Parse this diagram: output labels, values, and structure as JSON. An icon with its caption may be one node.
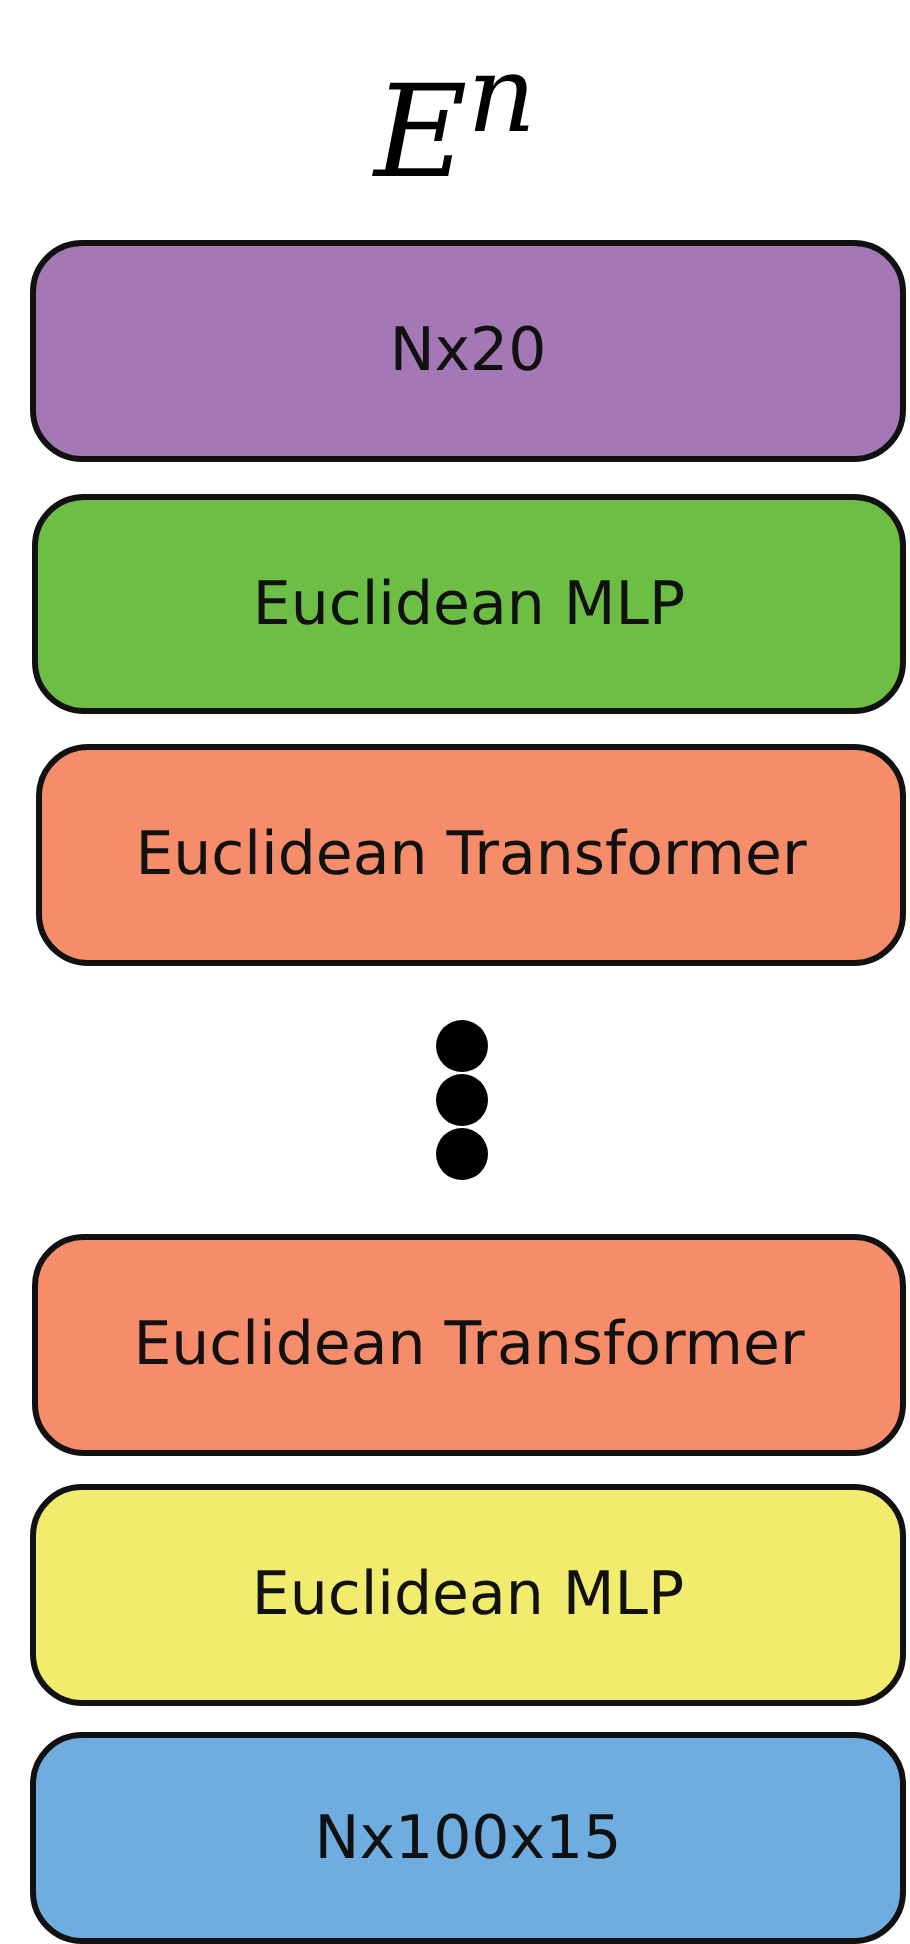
{
  "diagram": {
    "title": "E$^{n}$",
    "nodes": [
      {
        "text": [
          "Nx20"
        ]
      },
      {
        "text": [
          "Euclidean MLP"
        ]
      },
      {
        "text": [
          "Euclidean Transformer"
        ]
      },
      {
        "text": [
          "Euclidean Transformer"
        ]
      },
      {
        "text": [
          "Euclidean MLP"
        ]
      },
      {
        "text": [
          "Nx100x15"
        ]
      }
    ]
  }
}
